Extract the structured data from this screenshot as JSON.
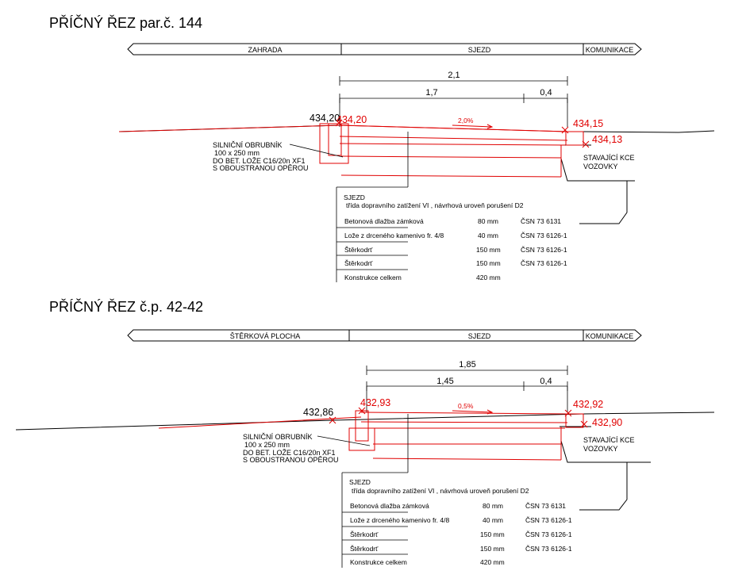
{
  "section1": {
    "title": "PŘÍČNÝ ŘEZ par.č. 144",
    "zones": [
      "ZAHRADA",
      "SJEZD",
      "KOMUNIKACE"
    ],
    "dim_total": "2,1",
    "dim_left": "1,7",
    "dim_right": "0,4",
    "level_left_black": "434,20",
    "level_left_red": "434,20",
    "level_right_red": "434,15",
    "level_right_low": "434,13",
    "slope": "2,0%",
    "curb_note": [
      "SILNIČNÍ OBRUBNÍK",
      "100 x 250 mm",
      "DO BET. LOŽE C16/20n XF1",
      "S OBOUSTRANOU OPĚROU"
    ],
    "existing_note": [
      "STAVAJÍCÍ KCE",
      "VOZOVKY"
    ],
    "table_title": "SJEZD",
    "table_subtitle": "třída dopravního zatížení VI , návrhová uroveň porušení D2",
    "layers": [
      {
        "name": "Betonová dlažba zámková",
        "thickness": "80 mm",
        "norm": "ČSN 73 6131"
      },
      {
        "name": "Lože z drceného kamenivo fr. 4/8",
        "thickness": "40 mm",
        "norm": "ČSN 73 6126-1"
      },
      {
        "name": "Štěrkodrť",
        "thickness": "150 mm",
        "norm": "ČSN 73 6126-1"
      },
      {
        "name": "Štěrkodrť",
        "thickness": "150 mm",
        "norm": "ČSN 73 6126-1"
      }
    ],
    "total_label": "Konstrukce  celkem",
    "total_value": "420 mm"
  },
  "section2": {
    "title": "PŘÍČNÝ ŘEZ č.p. 42-42",
    "zones": [
      "ŠTĚRKOVÁ PLOCHA",
      "SJEZD",
      "KOMUNIKACE"
    ],
    "dim_total": "1,85",
    "dim_left": "1,45",
    "dim_right": "0,4",
    "level_left_black": "432,86",
    "level_left_red": "432,93",
    "level_right_red": "432,92",
    "level_right_low": "432,90",
    "slope": "0,5%",
    "curb_note": [
      "SILNIČNÍ OBRUBNÍK",
      "100 x 250 mm",
      "DO BET. LOŽE C16/20n XF1",
      "S OBOUSTRANOU OPĚROU"
    ],
    "existing_note": [
      "STAVAJÍCÍ KCE",
      "VOZOVKY"
    ],
    "table_title": "SJEZD",
    "table_subtitle": "třída dopravního zatížení VI , návrhová uroveň porušení D2",
    "layers": [
      {
        "name": "Betonová dlažba zámková",
        "thickness": "80 mm",
        "norm": "ČSN 73 6131"
      },
      {
        "name": "Lože z drceného kamenivo fr. 4/8",
        "thickness": "40 mm",
        "norm": "ČSN 73 6126-1"
      },
      {
        "name": "Štěrkodrť",
        "thickness": "150 mm",
        "norm": "ČSN 73 6126-1"
      },
      {
        "name": "Štěrkodrť",
        "thickness": "150 mm",
        "norm": "ČSN 73 6126-1"
      }
    ],
    "total_label": "Konstrukce  celkem",
    "total_value": "420 mm"
  },
  "colors": {
    "line": "#000000",
    "design": "#e00000",
    "background": "#ffffff"
  }
}
